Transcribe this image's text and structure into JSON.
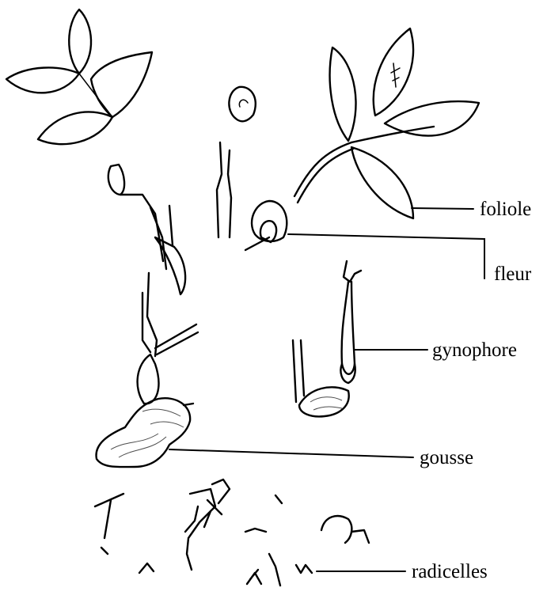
{
  "labels": {
    "foliole": "foliole",
    "fleur": "fleur",
    "gynophore": "gynophore",
    "gousse": "gousse",
    "radicelles": "radicelles"
  },
  "colors": {
    "ink": "#000000",
    "background": "#ffffff"
  }
}
